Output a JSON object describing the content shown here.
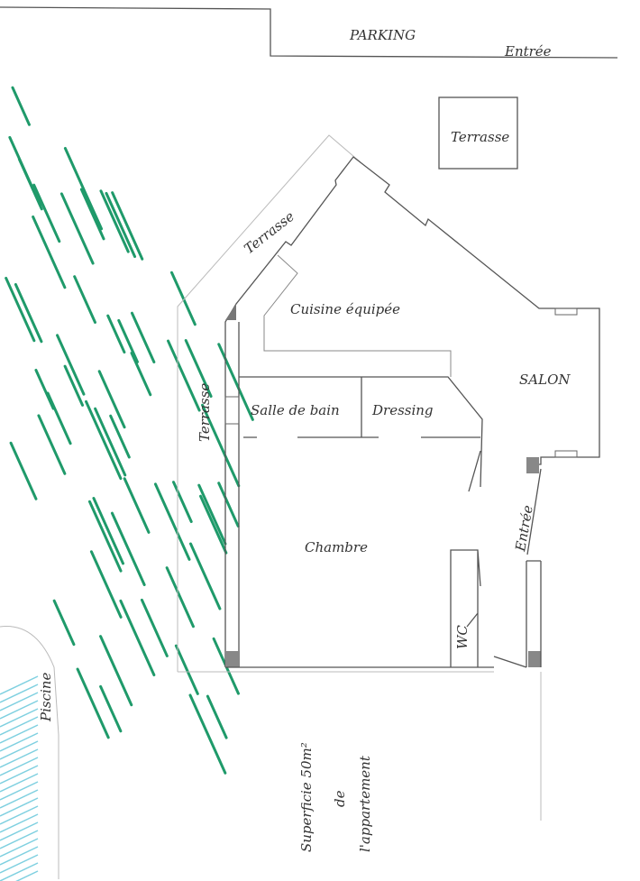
{
  "colors": {
    "grass": "#1f9a6a",
    "pool": "#7fd0e0",
    "ink": "#444444",
    "paper": "#ffffff"
  },
  "labels": {
    "parking": "PARKING",
    "entrance_top": "Entrée",
    "terrace_box": "Terrasse",
    "terrace_diagonal": "Terrasse",
    "terrace_left": "Terrasse",
    "kitchen": "Cuisine équipée",
    "living_room": "SALON",
    "bathroom": "Salle de bain",
    "dressing": "Dressing",
    "bedroom": "Chambre",
    "wc": "WC",
    "entrance_side": "Entrée",
    "pool": "Piscine",
    "area_line1": "Superficie 50m²",
    "area_line2": "de",
    "area_line3": "l'appartement"
  }
}
